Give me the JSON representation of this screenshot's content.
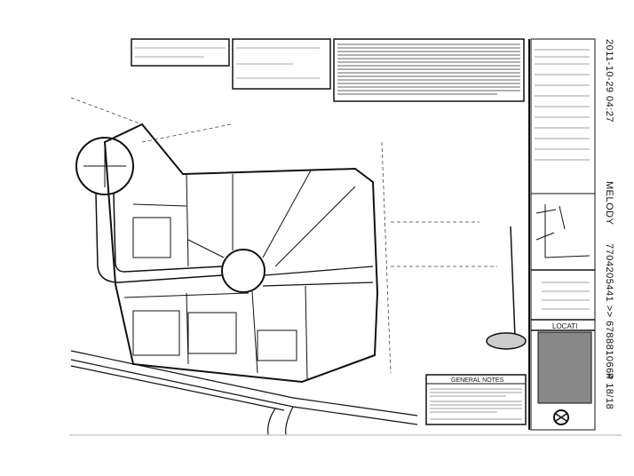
{
  "fax_header": {
    "datetime": "2011-10-29 04:27",
    "sender": "MELODY",
    "route": "7704205441 >> 6788810664",
    "page": "P 18/18"
  },
  "drawing": {
    "general_notes_title": "GENERAL NOTES",
    "location_map_title": "LOCATI",
    "north_arrow_icon": "north-arrow-icon",
    "line_color": "#111111",
    "background_color": "#ffffff"
  }
}
